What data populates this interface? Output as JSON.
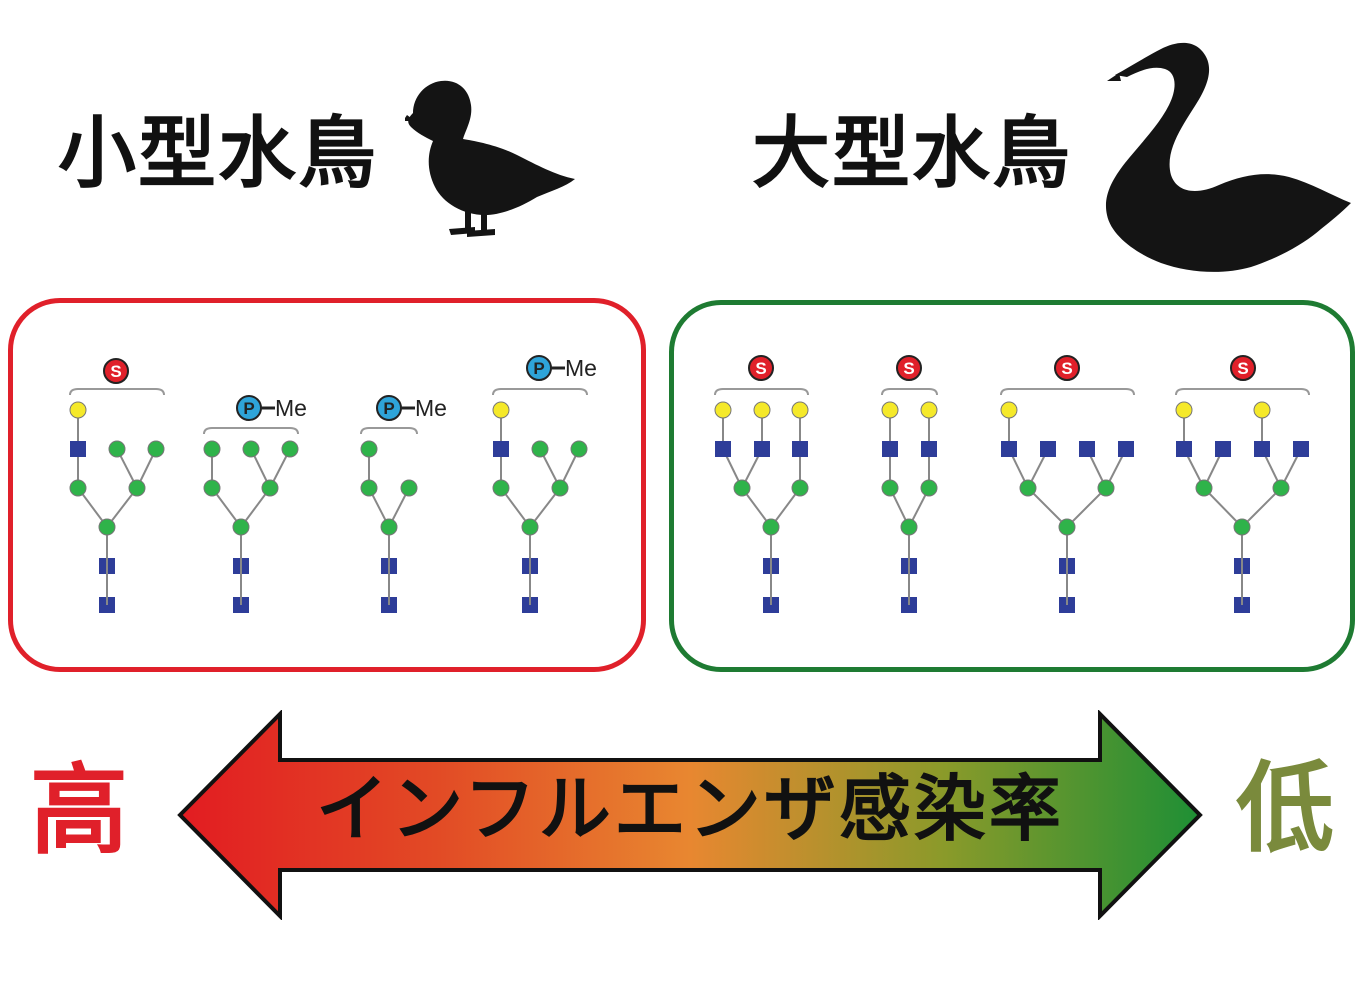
{
  "headings": {
    "small": "小型水鳥",
    "large": "大型水鳥"
  },
  "silhouettes": {
    "small": "duck-icon",
    "large": "swan-icon"
  },
  "scale": {
    "high": "高",
    "low": "低",
    "text": "インフルエンザ感染率",
    "color_high": "#e0202a",
    "color_low": "#7a8a3c"
  },
  "panels": {
    "high_border": "#e0202a",
    "low_border": "#1e7b32"
  },
  "modifiers": {
    "sialic": "S",
    "phospho": "P",
    "methyl": "Me"
  },
  "symbol_colors": {
    "galactose": "#f5e92a",
    "glcnac": "#2e3d99",
    "mannose": "#2fb34a",
    "sialic": "#e0202a",
    "phospho": "#2ea4d9"
  }
}
